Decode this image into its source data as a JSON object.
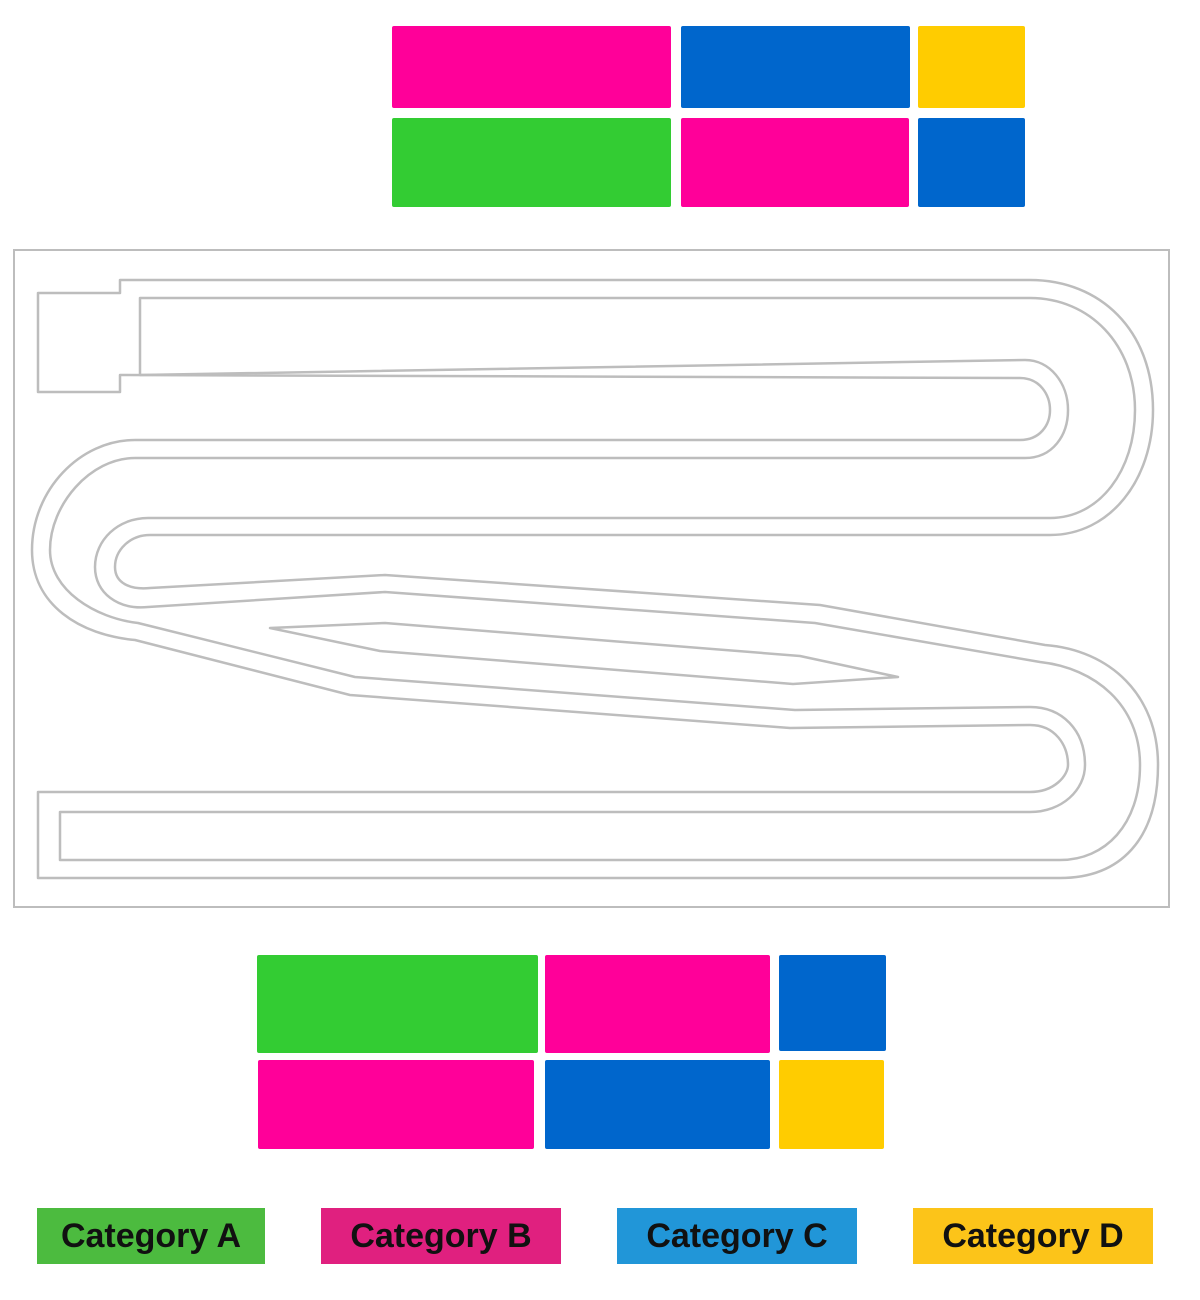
{
  "colors": {
    "category_a": "#33cc33",
    "category_b": "#ff0099",
    "category_c": "#0066cc",
    "category_d": "#ffcc00",
    "track_line": "#bdbdbd"
  },
  "top_section": {
    "rows": [
      [
        "category_b",
        "category_c",
        "category_d"
      ],
      [
        "category_a",
        "category_b",
        "category_c"
      ]
    ]
  },
  "bottom_section": {
    "rows": [
      [
        "category_a",
        "category_b",
        "category_c"
      ],
      [
        "category_b",
        "category_c",
        "category_d"
      ]
    ]
  },
  "legend": [
    {
      "label": "Category A",
      "category": "category_a",
      "box_color": "#4cbb3f"
    },
    {
      "label": "Category B",
      "category": "category_b",
      "box_color": "#e0207f"
    },
    {
      "label": "Category C",
      "category": "category_c",
      "box_color": "#2196d8"
    },
    {
      "label": "Category D",
      "category": "category_d",
      "box_color": "#fcc419"
    }
  ]
}
